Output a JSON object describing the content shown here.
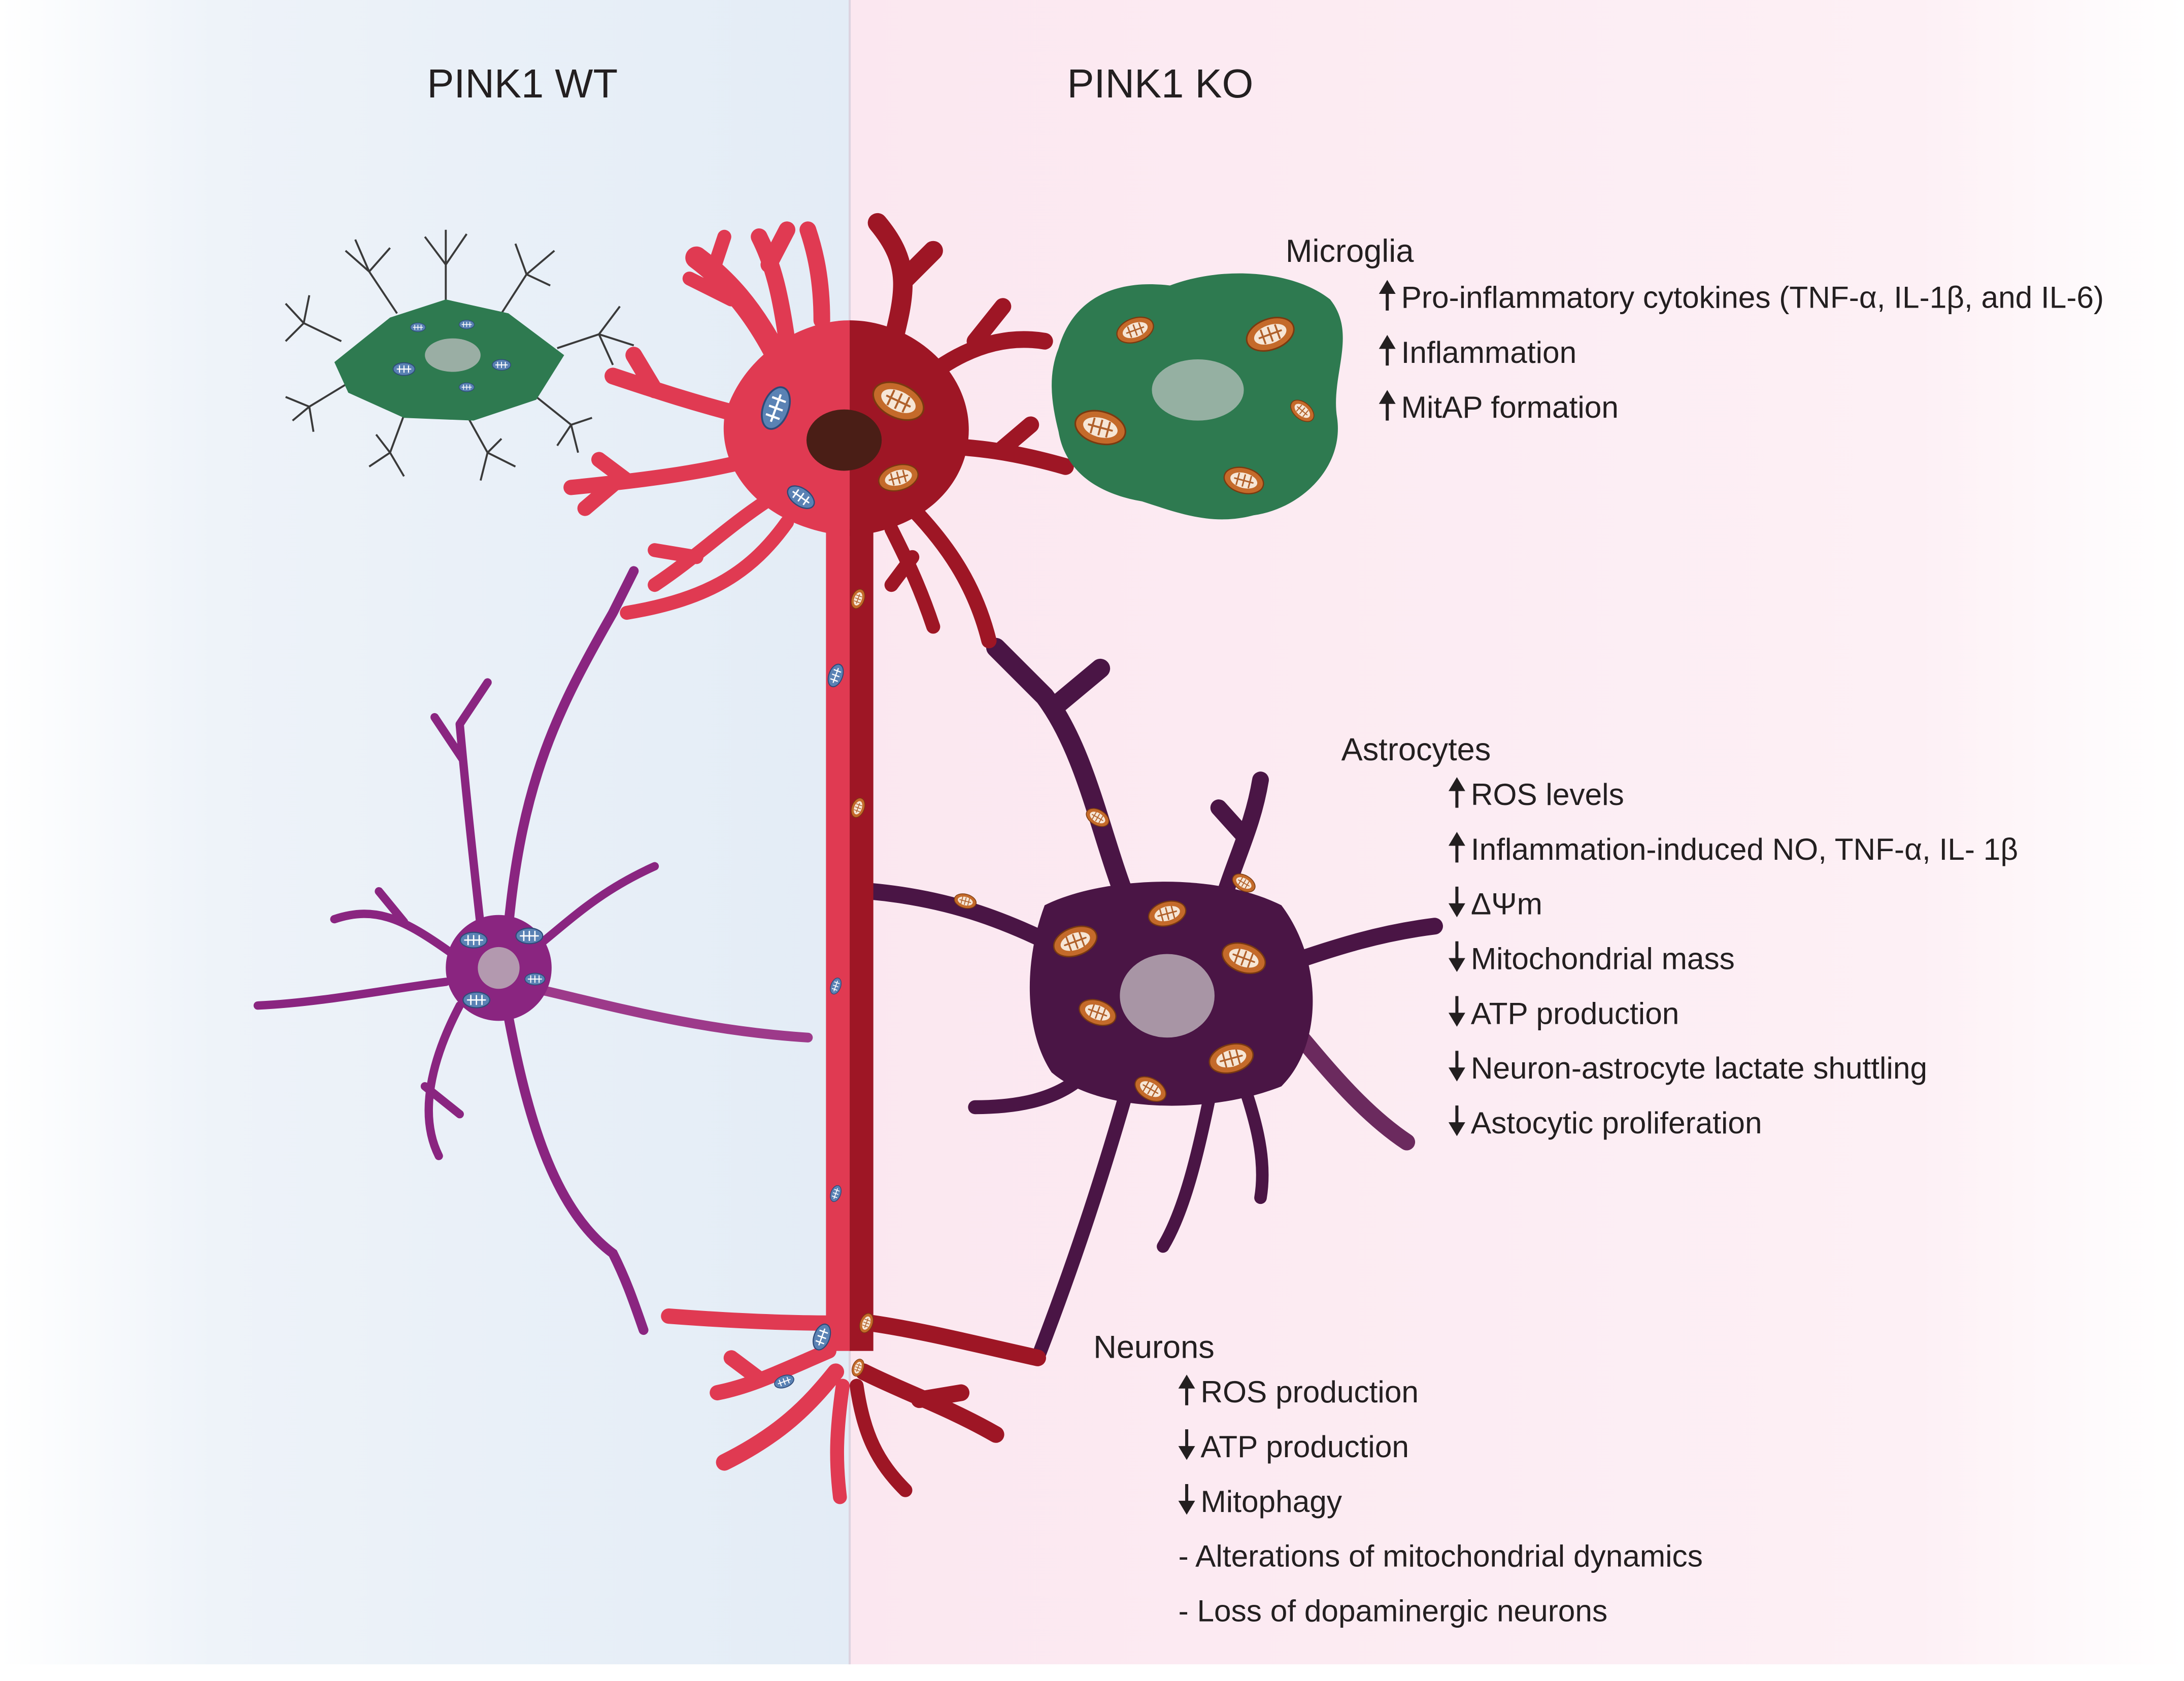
{
  "panels": {
    "left_label": "PINK1 WT",
    "right_label": "PINK1 KO"
  },
  "colors": {
    "wt_background": "#e8eff8",
    "ko_background": "#fcecf3",
    "neuron_wt": "#e03a52",
    "neuron_ko": "#9e1625",
    "microglia": "#2e7a50",
    "astrocyte_wt": "#8a2580",
    "astrocyte_ko": "#4a1545",
    "mito_healthy": "#5a82b4",
    "mito_damaged": "#c46a2a"
  },
  "groups": {
    "microglia": {
      "title": "Microglia",
      "effects": [
        {
          "direction": "up",
          "arrow_icon": "up-arrow-icon",
          "text": "Pro-inflammatory cytokines (TNF-α, IL-1β, and IL-6)"
        },
        {
          "direction": "up",
          "arrow_icon": "up-arrow-icon",
          "text": "Inflammation"
        },
        {
          "direction": "up",
          "arrow_icon": "up-arrow-icon",
          "text": "MitAP formation"
        }
      ]
    },
    "astrocytes": {
      "title": "Astrocytes",
      "effects": [
        {
          "direction": "up",
          "arrow_icon": "up-arrow-icon",
          "text": "ROS levels"
        },
        {
          "direction": "up",
          "arrow_icon": "up-arrow-icon",
          "text": "Inflammation-induced NO, TNF-α, IL- 1β"
        },
        {
          "direction": "down",
          "arrow_icon": "down-arrow-icon",
          "text": "ΔΨm"
        },
        {
          "direction": "down",
          "arrow_icon": "down-arrow-icon",
          "text": "Mitochondrial mass"
        },
        {
          "direction": "down",
          "arrow_icon": "down-arrow-icon",
          "text": "ATP production"
        },
        {
          "direction": "down",
          "arrow_icon": "down-arrow-icon",
          "text": "Neuron-astrocyte lactate shuttling"
        },
        {
          "direction": "down",
          "arrow_icon": "down-arrow-icon",
          "text": "Astocytic proliferation"
        }
      ]
    },
    "neurons": {
      "title": "Neurons",
      "effects": [
        {
          "direction": "up",
          "arrow_icon": "up-arrow-icon",
          "text": "ROS production"
        },
        {
          "direction": "down",
          "arrow_icon": "down-arrow-icon",
          "text": "ATP production"
        },
        {
          "direction": "down",
          "arrow_icon": "down-arrow-icon",
          "text": "Mitophagy"
        },
        {
          "direction": "none",
          "arrow_icon": "",
          "text": "- Alterations of mitochondrial dynamics"
        },
        {
          "direction": "none",
          "arrow_icon": "",
          "text": "- Loss of dopaminergic neurons"
        }
      ]
    }
  }
}
